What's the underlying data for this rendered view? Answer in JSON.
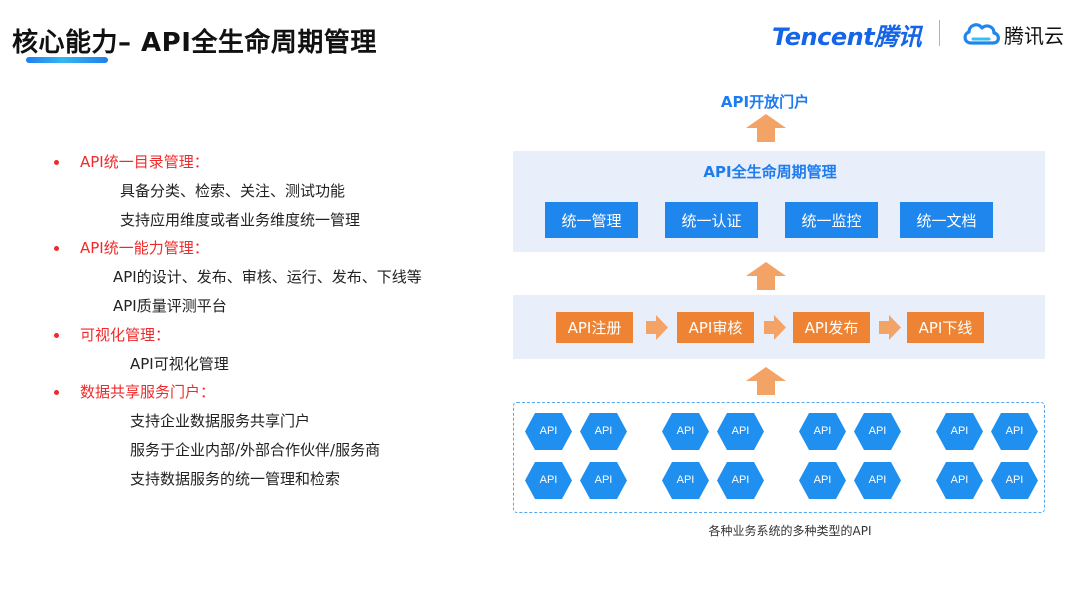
{
  "header": {
    "title": "核心能力– API全生命周期管理",
    "logo_tencent": "Tencent腾讯",
    "logo_cloud": "腾讯云"
  },
  "bullets": [
    {
      "heading": "API统一目录管理：",
      "items": [
        "具备分类、检索、关注、测试功能",
        "支持应用维度或者业务维度统一管理"
      ]
    },
    {
      "heading": "API统一能力管理：",
      "items": [
        "API的设计、发布、审核、运行、发布、下线等",
        "API质量评测平台"
      ]
    },
    {
      "heading": "可视化管理：",
      "items": [
        "API可视化管理"
      ]
    },
    {
      "heading": "数据共享服务门户：",
      "items": [
        "支持企业数据服务共享门户",
        "服务于企业内部/外部合作伙伴/服务商",
        "支持数据服务的统一管理和检索"
      ]
    }
  ],
  "diagram": {
    "portal_label": "API开放门户",
    "lifecycle": {
      "title": "API全生命周期管理",
      "buttons": [
        "统一管理",
        "统一认证",
        "统一监控",
        "统一文档"
      ]
    },
    "process_steps": [
      "API注册",
      "API审核",
      "API发布",
      "API下线"
    ],
    "api_label": "API",
    "caption": "各种业务系统的多种类型的API"
  },
  "colors": {
    "accent_blue": "#1f86ee",
    "accent_orange": "#ee8433",
    "bullet_red": "#ef2a2a",
    "panel_bg": "#e9eefb"
  }
}
